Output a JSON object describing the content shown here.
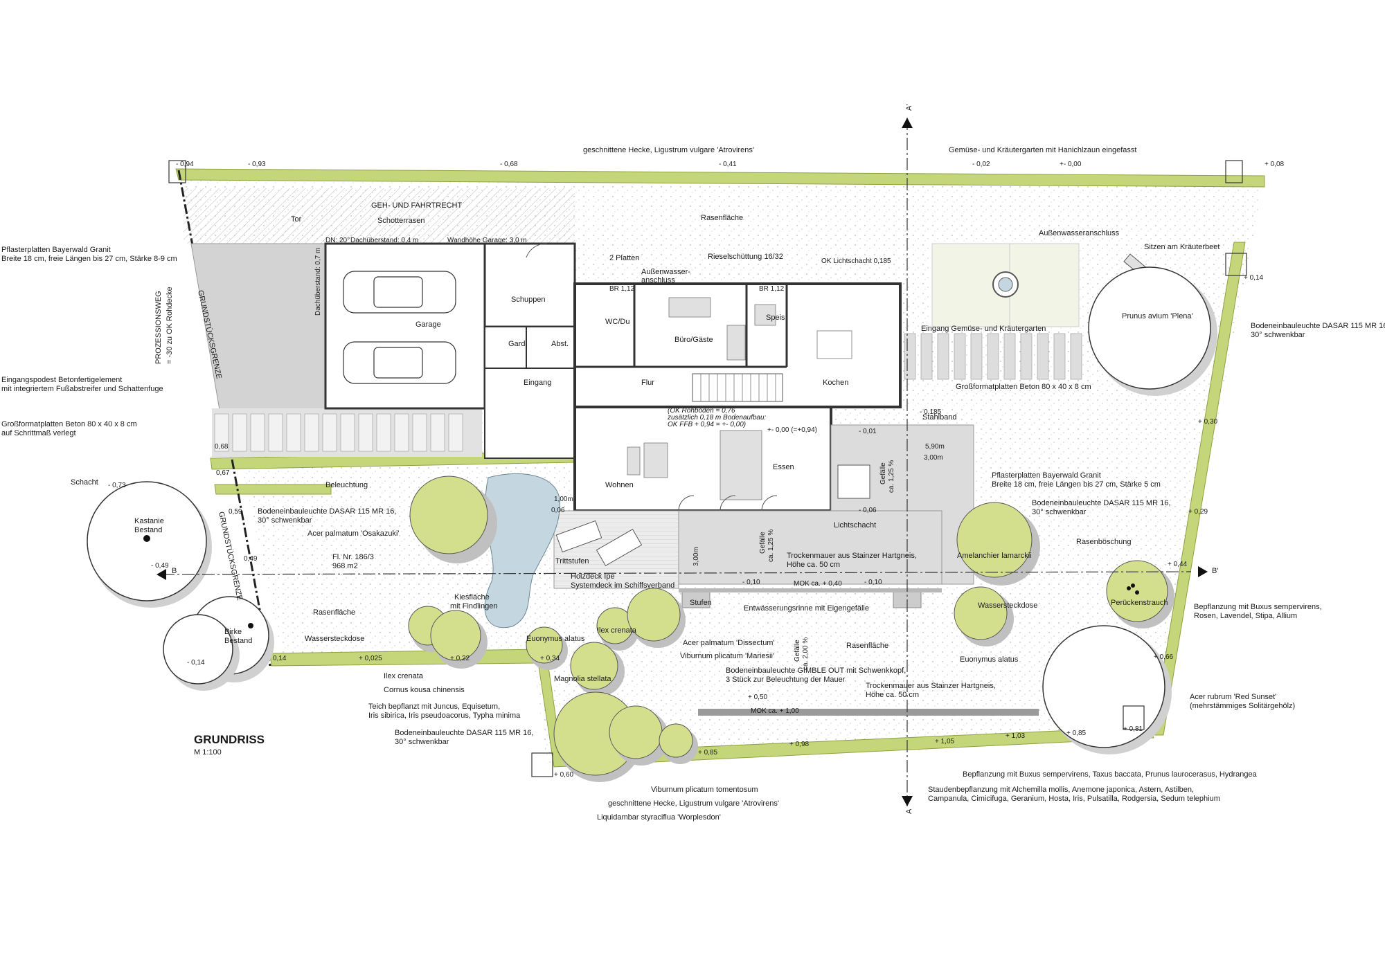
{
  "title": "GRUNDRISS",
  "scale": "M 1:100",
  "colors": {
    "hedge": "#c5d67a",
    "hedge_edge": "#8fa040",
    "tree_fill": "#d4df8e",
    "paving": "#dcdcdc",
    "garage": "#d0d0d0",
    "pond": "#c4d6df",
    "wall": "#b8b8b8",
    "line": "#333333"
  },
  "rooms": {
    "garage": "Garage",
    "schuppen": "Schuppen",
    "gard": "Gard.",
    "abst": "Abst.",
    "eingang": "Eingang",
    "wc": "WC/Du",
    "buero": "Büro/Gäste",
    "speis": "Speis",
    "flur": "Flur",
    "kochen": "Kochen",
    "wohnen": "Wohnen",
    "essen": "Essen"
  },
  "labels": {
    "hecke_top": "geschnittene Hecke, Ligustrum vulgare 'Atrovirens'",
    "gemuese": "Gemüse- und Kräutergarten mit Hanichlzaun eingefasst",
    "geh": "GEH- UND FAHRTRECHT",
    "tor": "Tor",
    "schotter": "Schotterrasen",
    "rasen_top": "Rasenfläche",
    "dn": "DN: 20°",
    "dachueberstand": "Dachüberstand: 0,4 m",
    "wandhoehe": "Wandhöhe Garage: 3,0 m",
    "dachueberstand_v": "Dachüberstand: 0,7 m",
    "platten2": "2 Platten",
    "aussenwasser": "Außenwasser-",
    "anschluss": "anschluss",
    "riesel": "Rieselschüttung 16/32",
    "lichtschacht_ok": "OK Lichtschacht 0,185",
    "aussenwasseranschluss": "Außenwasseranschluss",
    "sitzen": "Sitzen am Kräuterbeet",
    "prunus": "Prunus avium 'Plena'",
    "bodeneinbau_r1": "Bodeneinbauleuchte DASAR 115 MR 16,",
    "schwenkbar": "30° schwenkbar",
    "eingang_gemuese": "Eingang Gemüse- und Kräutergarten",
    "grossformat_r": "Großformatplatten Beton 80 x 40 x 8 cm",
    "pflaster_l1": "Pflasterplatten Bayerwald Granit",
    "pflaster_l2": "Breite 18 cm, freie Längen bis 27 cm, Stärke 8-9 cm",
    "prozessionsweg": "PROZESSIONSWEG",
    "prozessionsweg2": "= -30 zu OK Rohdecke",
    "grundstuecksgrenze": "GRUNDSTÜCKSGRENZE",
    "eingangspodest1": "Eingangspodest Betonfertigelement",
    "eingangspodest2": "mit integriertem Fußabstreifer und Schattenfuge",
    "grossformat_l1": "Großformatplatten Beton 80 x 40 x 8 cm",
    "grossformat_l2": "auf Schrittmaß verlegt",
    "stahlband": "Stahlband",
    "ok_rohboden1": "(OK Rohboden = 0,76",
    "ok_rohboden2": "zusätzlich 0,18 m Bodenaufbau:",
    "ok_rohboden3": "OK FFB + 0,94 = +- 0,00)",
    "pflaster_r1": "Pflasterplatten Bayerwald Granit",
    "pflaster_r2": "Breite 18 cm, freie Längen bis 27 cm, Stärke 5 cm",
    "bodeneinbau_r2a": "Bodeneinbauleuchte DASAR 115 MR 16,",
    "bodeneinbau_r2b": "30° schwenkbar",
    "schacht": "Schacht",
    "kastanie": "Kastanie",
    "bestand": "Bestand",
    "beleuchtung": "Beleuchtung",
    "bodeneinbau_l1": "Bodeneinbauleuchte DASAR 115 MR 16,",
    "bodeneinbau_l2": "30° schwenkbar",
    "acer_osakazuki": "Acer palmatum 'Osakazuki'",
    "fl_nr": "Fl. Nr. 186/3",
    "fl_area": "968 m2",
    "trittstufen": "Trittstufen",
    "lichtschacht": "Lichtschacht",
    "rasenboeschung": "Rasenböschung",
    "amelanchier": "Amelanchier lamarckii",
    "trockenmauer1a": "Trockenmauer aus Stainzer Hartgneis,",
    "trockenmauer1b": "Höhe ca. 50 cm",
    "holzdeck1": "Holzdeck Ipe",
    "holzdeck2": "Systemdeck im Schiffsverband",
    "kiesflaeche1": "Kiesfläche",
    "kiesflaeche2": "mit Findlingen",
    "rasen_left": "Rasenfläche",
    "birke": "Birke",
    "wassersteckdose_l": "Wassersteckdose",
    "stufen": "Stufen",
    "entwaesserung": "Entwässerungsrinne mit Eigengefälle",
    "wassersteckdose_r": "Wassersteckdose",
    "peruecken": "Perückenstrauch",
    "bepflanzung_r1": "Bepflanzung mit Buxus sempervirens,",
    "bepflanzung_r2": "Rosen, Lavendel, Stipa, Allium",
    "euonymus_l": "Euonymus alatus",
    "ilex_crenata_c": "Ilex crenata",
    "acer_dissectum": "Acer palmatum 'Dissectum'",
    "viburnum_mariesii": "Viburnum plicatum 'Mariesii'",
    "rasen_right": "Rasenfläche",
    "euonymus_r": "Euonymus alatus",
    "ilex_crenata_l": "Ilex crenata",
    "cornus": "Cornus kousa chinensis",
    "magnolia": "Magnolia stellata",
    "bodeneinbau_gimble1": "Bodeneinbauleuchte GIMBLE OUT mit Schwenkkopf,",
    "bodeneinbau_gimble2": "3 Stück zur Beleuchtung der Mauer",
    "trockenmauer2a": "Trockenmauer aus Stainzer Hartgneis,",
    "trockenmauer2b": "Höhe ca. 50 cm",
    "acer_rubrum1": "Acer rubrum 'Red Sunset'",
    "acer_rubrum2": "(mehrstämmiges Solitärgehölz)",
    "teich1": "Teich bepflanzt mit Juncus, Equisetum,",
    "teich2": "Iris sibirica, Iris pseudoacorus, Typha minima",
    "bodeneinbau_b1": "Bodeneinbauleuchte DASAR 115 MR 16,",
    "bodeneinbau_b2": "30° schwenkbar",
    "bepflanzung_b": "Bepflanzung mit Buxus sempervirens, Taxus baccata, Prunus laurocerasus, Hydrangea",
    "stauden1": "Staudenbepflanzung mit Alchemilla mollis, Anemone japonica, Astern, Astilben,",
    "stauden2": "Campanula, Cimicifuga, Geranium, Hosta, Iris, Pulsatilla, Rodgersia, Sedum telephium",
    "viburnum_tomentosum": "Viburnum plicatum tomentosum",
    "hecke_bottom": "geschnittene Hecke, Ligustrum vulgare 'Atrovirens'",
    "liquidambar": "Liquidambar styraciflua 'Worplesdon'",
    "gefaelle1": "Gefälle",
    "gefaelle1b": "ca. 1,25 %",
    "gefaelle2": "Gefälle",
    "gefaelle2b": "ca. 1,25 %",
    "gefaelle3": "Gefälle",
    "gefaelle3b": "ca. 2,00 %",
    "section_a_top": "A'",
    "section_a_bottom": "A",
    "section_b_left": "B",
    "section_b_right": "B'"
  },
  "dims": {
    "d590": "5,90m",
    "d300": "3,00m",
    "d300v": "3,00m",
    "d100": "1,00m",
    "br1": "BR 1,12",
    "br2": "BR 1,12"
  },
  "levels": {
    "l1": "- 0,94",
    "l2": "- 0,93",
    "l3": "- 0,68",
    "l4": "- 0,41",
    "l5": "- 0,02",
    "l6": "+- 0,00",
    "l7": "+ 0,08",
    "l8": "+ 0,14",
    "l9": "- 0,185",
    "l10": "+- 0,00 (=+0,94)",
    "l11": "- 0,01",
    "l12": "- 0,06",
    "l13": "+ 0,30",
    "l14": "0,68",
    "l15": "0,67",
    "l16": "- 0,73",
    "l17": "0,59",
    "l18": "0,06",
    "l19": "+ 0,29",
    "l20": "- 0,49",
    "l21": "0,49",
    "l22": "- 0,10",
    "l23": "MOK ca. + 0,40",
    "l24": "- 0,10",
    "l25": "+ 0,44",
    "l26": "- 0,14",
    "l27": "0,14",
    "l28": "+ 0,025",
    "l29": "+ 0,22",
    "l30": "+ 0,34",
    "l31": "+ 0,50",
    "l32": "MOK ca. + 1,00",
    "l33": "+ 0,66",
    "l34": "+ 0,98",
    "l35": "+ 1,05",
    "l36": "+ 1,03",
    "l37": "+ 0,85",
    "l38": "+ 0,81",
    "l39": "+ 0,85",
    "l40": "+ 0,60"
  }
}
